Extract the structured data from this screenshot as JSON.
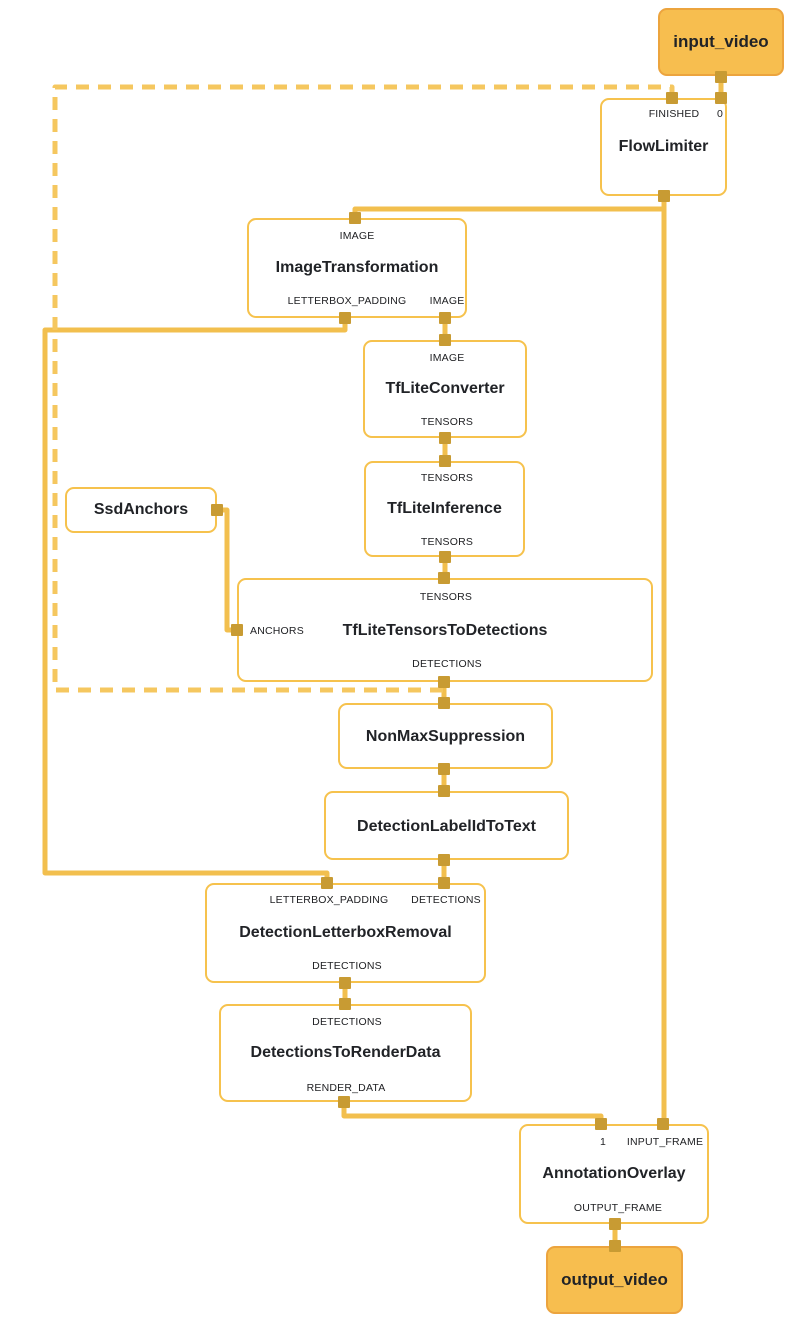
{
  "graph": {
    "colors": {
      "edge": "#F2BF4E",
      "dashed": "#F5C75F",
      "port": "#C89B33",
      "node_border": "#F6C24D",
      "stream_fill": "#F7BE4F",
      "stream_border": "#ECA43E",
      "text": "#212327",
      "port_text": "#202124"
    },
    "nodes": {
      "input_video": {
        "label": "input_video"
      },
      "flow_limiter": {
        "label": "FlowLimiter",
        "ports": {
          "finished_in": "FINISHED",
          "zero_in": "0"
        }
      },
      "image_transformation": {
        "label": "ImageTransformation",
        "ports": {
          "image_in": "IMAGE",
          "letterbox_padding_out": "LETTERBOX_PADDING",
          "image_out": "IMAGE"
        }
      },
      "tflite_converter": {
        "label": "TfLiteConverter",
        "ports": {
          "image_in": "IMAGE",
          "tensors_out": "TENSORS"
        }
      },
      "tflite_inference": {
        "label": "TfLiteInference",
        "ports": {
          "tensors_in": "TENSORS",
          "tensors_out": "TENSORS"
        }
      },
      "ssd_anchors": {
        "label": "SsdAnchors"
      },
      "tflite_tensors_to_detections": {
        "label": "TfLiteTensorsToDetections",
        "ports": {
          "tensors_in": "TENSORS",
          "anchors_in": "ANCHORS",
          "detections_out": "DETECTIONS"
        }
      },
      "non_max_suppression": {
        "label": "NonMaxSuppression"
      },
      "detection_label_id_to_text": {
        "label": "DetectionLabelIdToText"
      },
      "detection_letterbox_removal": {
        "label": "DetectionLetterboxRemoval",
        "ports": {
          "letterbox_padding_in": "LETTERBOX_PADDING",
          "detections_in": "DETECTIONS",
          "detections_out": "DETECTIONS"
        }
      },
      "detections_to_render_data": {
        "label": "DetectionsToRenderData",
        "ports": {
          "detections_in": "DETECTIONS",
          "render_data_out": "RENDER_DATA"
        }
      },
      "annotation_overlay": {
        "label": "AnnotationOverlay",
        "ports": {
          "one_in": "1",
          "input_frame_in": "INPUT_FRAME",
          "output_frame_out": "OUTPUT_FRAME"
        }
      },
      "output_video": {
        "label": "output_video"
      }
    }
  }
}
